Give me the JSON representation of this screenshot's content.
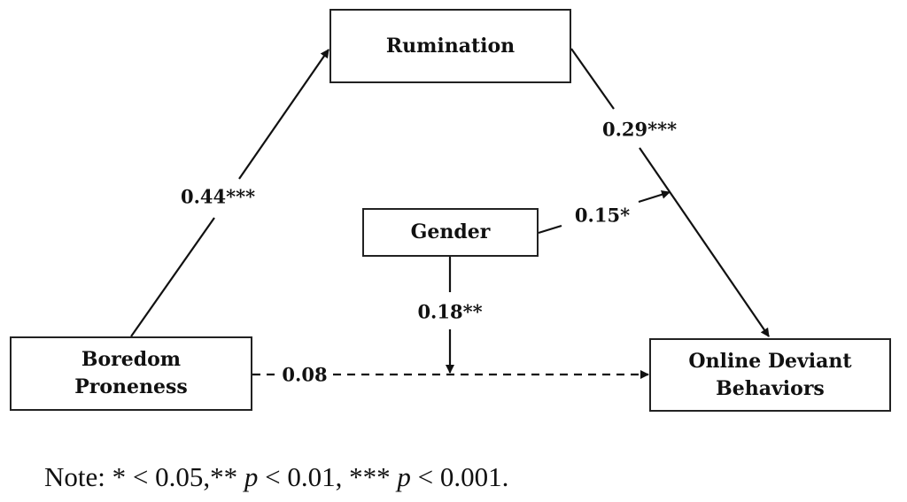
{
  "nodes": {
    "rumination": "Rumination",
    "boredom_line1": "Boredom",
    "boredom_line2": "Proneness",
    "gender": "Gender",
    "outcome_line1": "Online Deviant",
    "outcome_line2": "Behaviors"
  },
  "paths": {
    "boredom_to_rumination": "0.44***",
    "rumination_to_outcome": "0.29***",
    "gender_moderates_b_path": "0.15*",
    "gender_moderates_direct_path": "0.18**",
    "boredom_to_outcome_direct": "0.08"
  },
  "note": {
    "prefix": "Note: * < 0.05,** ",
    "p1": "p",
    "mid": " < 0.01, *** ",
    "p2": "p",
    "suffix": " < 0.001."
  }
}
